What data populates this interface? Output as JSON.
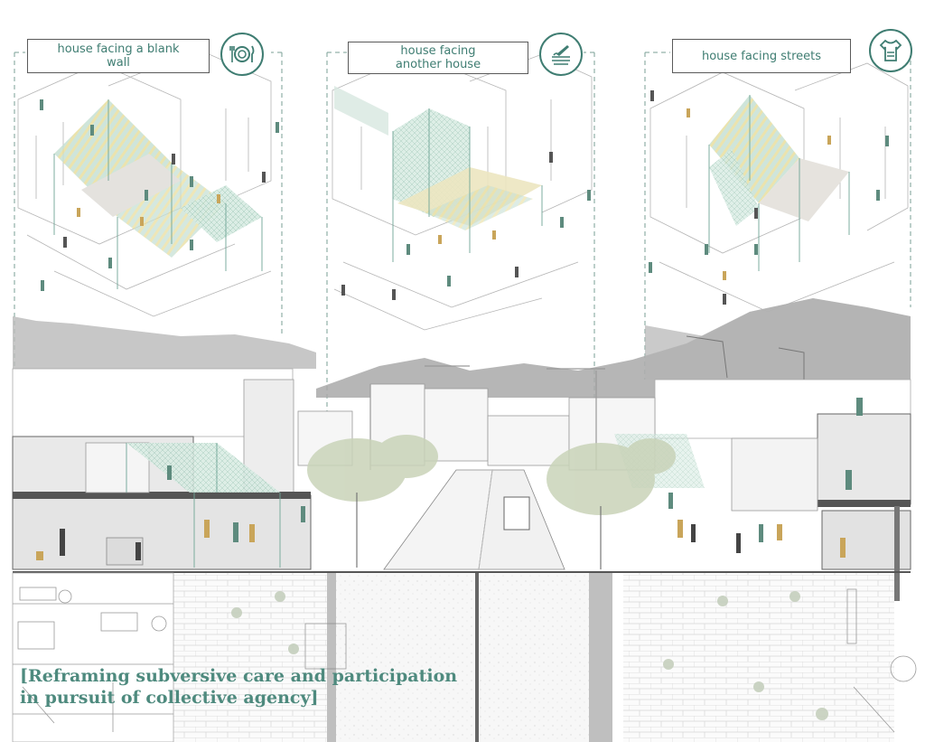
{
  "panels": [
    {
      "label_lines": [
        "house facing a blank",
        "wall"
      ],
      "icon": "dining-plate-cutlery-icon"
    },
    {
      "label_lines": [
        "house facing",
        "another house"
      ],
      "icon": "hand-painting-icon"
    },
    {
      "label_lines": [
        "house facing streets"
      ],
      "icon": "t-shirt-icon"
    }
  ],
  "caption_lines": [
    "[Reframing subversive care and participation",
    "in pursuit of collective agency]"
  ],
  "colors": {
    "accent": "#3f7d72",
    "caption": "#4e8a7e",
    "mountain": "#a9a9a9",
    "tree": "#c9d3b8",
    "canopy_mesh": "#b9d7c9",
    "canopy_stripe": "#e5dc9c",
    "line": "#8a8a8a"
  }
}
